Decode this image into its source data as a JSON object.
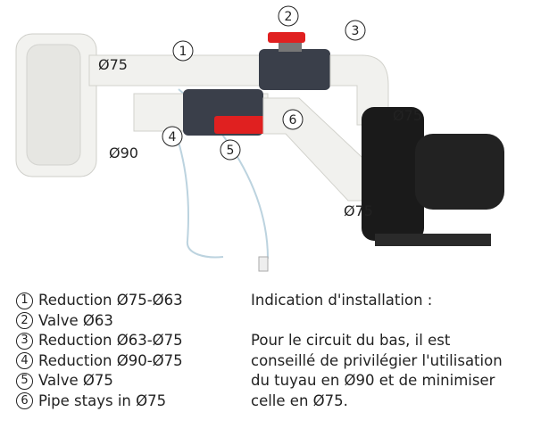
{
  "callouts": [
    "1",
    "2",
    "3",
    "4",
    "5",
    "6"
  ],
  "diameter_labels": {
    "skimmer_top": "Ø75",
    "skimmer_bottom": "Ø90",
    "pump_inlet_top": "Ø75",
    "pump_inlet_bottom": "Ø75"
  },
  "legend": [
    {
      "num": "1",
      "text": "Reduction Ø75-Ø63"
    },
    {
      "num": "2",
      "text": "Valve Ø63"
    },
    {
      "num": "3",
      "text": "Reduction Ø63-Ø75"
    },
    {
      "num": "4",
      "text": "Reduction Ø90-Ø75"
    },
    {
      "num": "5",
      "text": "Valve Ø75"
    },
    {
      "num": "6",
      "text": "Pipe stays in Ø75"
    }
  ],
  "note": {
    "title": "Indication d'installation :",
    "lines": [
      "Pour le circuit du bas, il est",
      "conseillé de privilégier l'utilisation",
      "du tuyau en Ø90 et de minimiser",
      "celle en Ø75."
    ]
  },
  "colors": {
    "pipe": "#f1f1ee",
    "valve_handle": "#e02020",
    "union": "#3a3f4a",
    "pump": "#1a1a1a"
  }
}
